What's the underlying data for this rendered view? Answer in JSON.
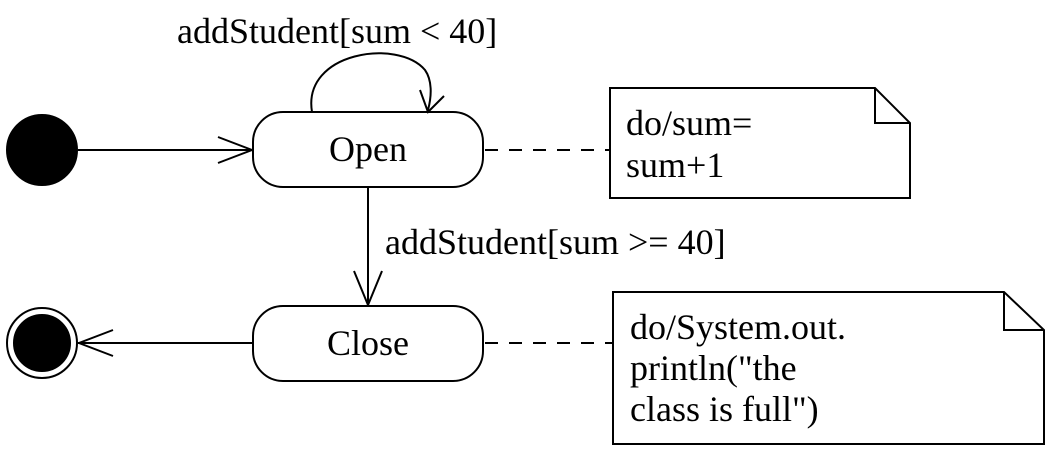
{
  "states": {
    "open": "Open",
    "close": "Close"
  },
  "transitions": {
    "self_loop": "addStudent[sum < 40]",
    "open_to_close": "addStudent[sum >= 40]"
  },
  "notes": {
    "open_note": [
      "do/sum=",
      "sum+1"
    ],
    "close_note": [
      "do/System.out.",
      "println(\"the",
      "class is full\")"
    ]
  }
}
